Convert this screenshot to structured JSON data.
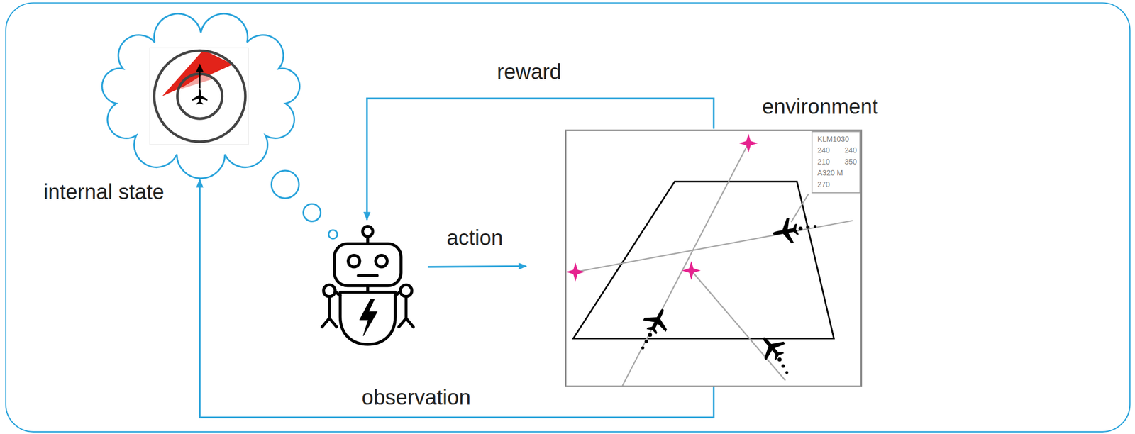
{
  "diagram": {
    "nodes": [
      {
        "text": [
          "internal state"
        ]
      },
      {
        "text": [
          "environment"
        ]
      },
      {
        "text": [
          "KLM1030",
          "240",
          "240",
          "210",
          "350",
          "A320 M",
          "270"
        ],
        "in": 1
      }
    ],
    "edges": [
      {
        "from": 1,
        "to": 0,
        "label": "observation",
        "arrow": "to"
      }
    ],
    "labels": [
      "reward",
      "action"
    ]
  }
}
